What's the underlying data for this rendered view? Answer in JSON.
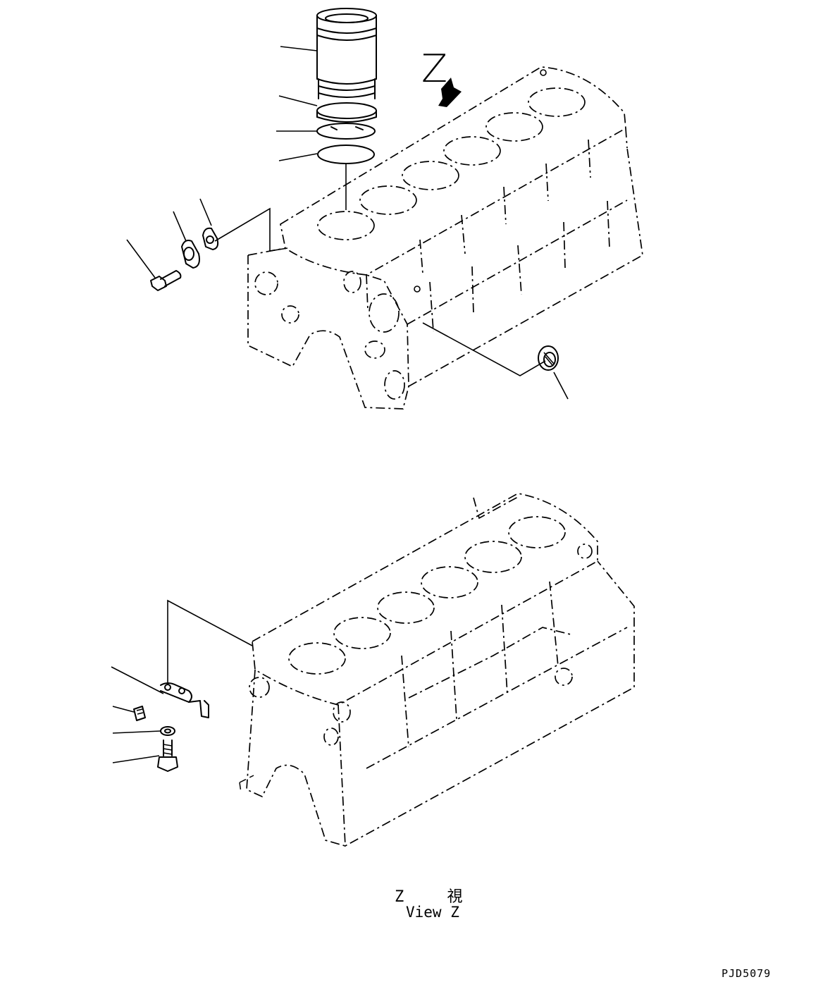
{
  "view_arrow_label": "Z",
  "view_caption_ja": "Z 視",
  "view_caption_en": "View Z",
  "drawing_code": "PJD5079",
  "icons": [
    "cylinder-liner",
    "o-ring",
    "gasket",
    "cover-plate",
    "bolt",
    "plug",
    "bracket",
    "washer",
    "flange-bolt"
  ]
}
